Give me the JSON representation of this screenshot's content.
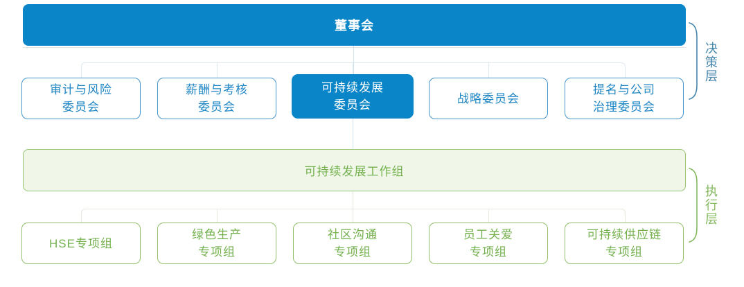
{
  "palette": {
    "board_blue": "#0a86c8",
    "committee_border_blue": "#4495c9",
    "committee_text_blue": "#1f86c4",
    "green_text": "#74b14e",
    "green_border": "#92c06c",
    "workgroup_fill": "#f0f7e8",
    "workgroup_border": "#97c373",
    "connector_blue": "#dfe9f0",
    "connector_green": "#e7e8df",
    "bracket_blue": "#4585ac",
    "bracket_green": "#85b95e"
  },
  "board": {
    "label": "董事会"
  },
  "committees": [
    {
      "label": "审计与风险\n委员会",
      "highlighted": false
    },
    {
      "label": "薪酬与考核\n委员会",
      "highlighted": false
    },
    {
      "label": "可持续发展\n委员会",
      "highlighted": true
    },
    {
      "label": "战略委员会",
      "highlighted": false
    },
    {
      "label": "提名与公司\n治理委员会",
      "highlighted": false
    }
  ],
  "workgroup": {
    "label": "可持续发展工作组"
  },
  "taskforces": [
    {
      "label": "HSE专项组"
    },
    {
      "label": "绿色生产\n专项组"
    },
    {
      "label": "社区沟通\n专项组"
    },
    {
      "label": "员工关爱\n专项组"
    },
    {
      "label": "可持续供应链\n专项组"
    }
  ],
  "layers": [
    {
      "label": "决策层"
    },
    {
      "label": "执行层"
    }
  ]
}
